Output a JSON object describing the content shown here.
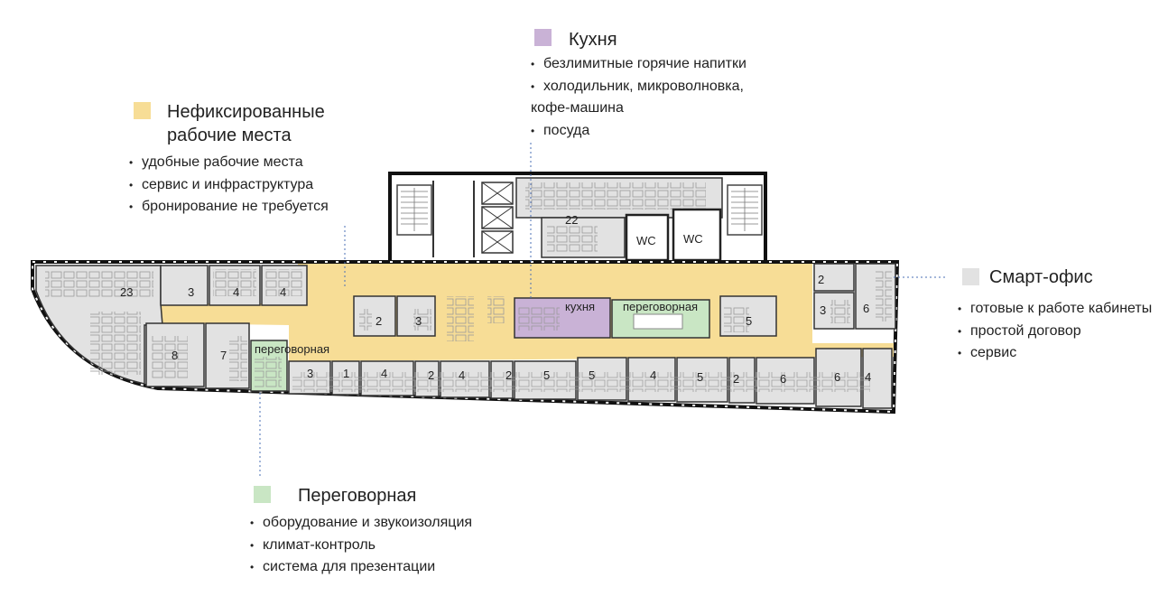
{
  "legend": {
    "hotdesk": {
      "color": "#f7dd96",
      "title_line1": "Нефиксированные",
      "title_line2": "рабочие места",
      "bullets": [
        "удобные рабочие места",
        "сервис и инфраструктура",
        "бронирование не требуется"
      ]
    },
    "kitchen": {
      "color": "#c9b2d6",
      "title": "Кухня",
      "bullets": [
        "безлимитные горячие напитки",
        "холодильник, микроволновка,",
        "кофе-машина",
        "посуда"
      ]
    },
    "smart": {
      "color": "#e2e2e2",
      "title": "Смарт-офис",
      "bullets": [
        "готовые к работе кабинеты",
        "простой договор",
        "сервис"
      ]
    },
    "meeting": {
      "color": "#c9e6c4",
      "title": "Переговорная",
      "bullets": [
        "оборудование и звукоизоляция",
        "климат-контроль",
        "система для презентации"
      ]
    }
  },
  "plan": {
    "labels": {
      "kitchen": "кухня",
      "meeting_center": "переговорная",
      "meeting_left": "переговорная",
      "wc1": "WC",
      "wc2": "WC"
    },
    "room_numbers": {
      "r23": "23",
      "r3a": "3",
      "r4a": "4",
      "r4b": "4",
      "r8": "8",
      "r7": "7",
      "r2c": "2",
      "r3c": "3",
      "r22": "22",
      "r5c": "5",
      "r2e": "2",
      "r3e": "3",
      "r6e": "6",
      "b3": "3",
      "b1": "1",
      "b4a": "4",
      "b2a": "2",
      "b4b": "4",
      "b2b": "2",
      "b5a": "5",
      "b5b": "5",
      "b4c": "4",
      "b5c": "5",
      "b2c": "2",
      "b6a": "6",
      "b6b": "6",
      "b4d": "4"
    }
  }
}
